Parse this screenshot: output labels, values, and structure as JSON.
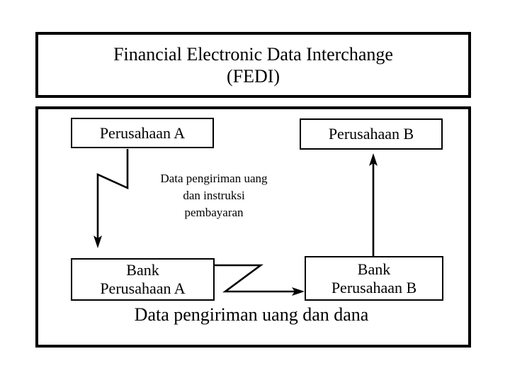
{
  "diagram": {
    "title": {
      "lines": [
        "Financial Electronic Data Interchange",
        "(FEDI)"
      ],
      "line1": "Financial Electronic Data Interchange",
      "line2": "(FEDI)"
    },
    "nodes": {
      "perusahaan_a": {
        "label": "Perusahaan A"
      },
      "perusahaan_b": {
        "label": "Perusahaan B"
      },
      "bank_a": {
        "line1": "Bank",
        "line2": "Perusahaan A"
      },
      "bank_b": {
        "line1": "Bank",
        "line2": "Perusahaan B"
      }
    },
    "labels": {
      "instruction": {
        "line1": "Data pengiriman uang",
        "line2": "dan  instruksi",
        "line3": "pembayaran"
      },
      "funds": {
        "line1": "Data pengiriman uang dan dana"
      }
    },
    "arrows": [
      {
        "name": "perusahaan-a-to-bank-a",
        "direction": "down",
        "style": "zigzag"
      },
      {
        "name": "bank-a-to-bank-b",
        "direction": "right",
        "style": "zigzag"
      },
      {
        "name": "bank-b-to-perusahaan-b",
        "direction": "up",
        "style": "straight"
      }
    ],
    "colors": {
      "stroke": "#000000",
      "background": "#ffffff",
      "text": "#000000"
    }
  }
}
